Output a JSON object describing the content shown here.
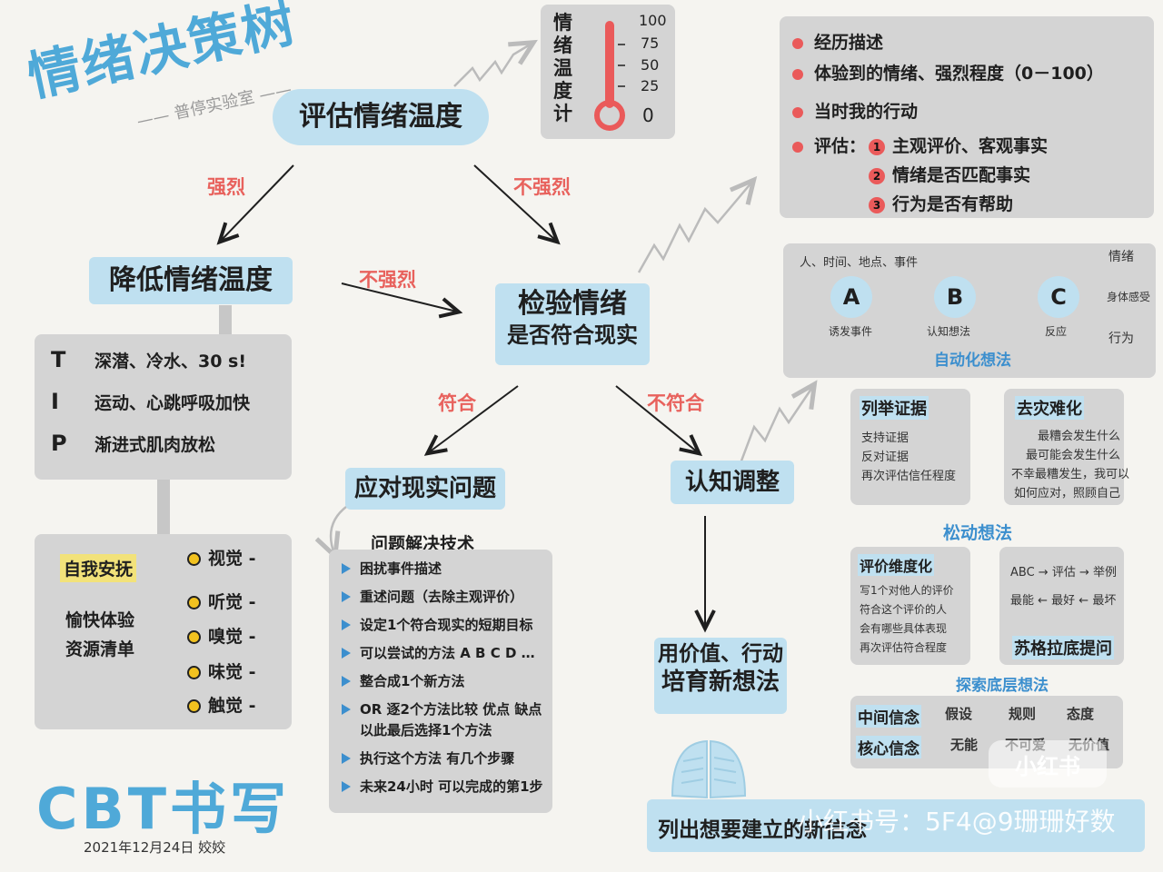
{
  "title": {
    "main": "情绪决策树",
    "subtitle": "—— 普停实验室 ——"
  },
  "nodes": {
    "assess": "评估情绪温度",
    "reduce": "降低情绪温度",
    "check_line1": "检验情绪",
    "check_line2": "是否符合现实",
    "cope": "应对现实问题",
    "cognitive": "认知调整",
    "values_line1": "用价值、行动",
    "values_line2": "培育新想法"
  },
  "edge_labels": {
    "strong": "强烈",
    "not_strong_right": "不强烈",
    "not_strong_mid": "不强烈",
    "fits": "符合",
    "not_fits": "不符合"
  },
  "thermometer": {
    "label_chars": [
      "情",
      "绪",
      "温",
      "度",
      "计"
    ],
    "ticks": [
      "100",
      "75",
      "50",
      "25",
      "0"
    ]
  },
  "recap": {
    "items": [
      "经历描述",
      "体验到的情绪、强烈程度（0－100）",
      "当时我的行动"
    ],
    "eval_label": "评估：",
    "eval_items": [
      {
        "n": "1",
        "text": "主观评价、客观事实"
      },
      {
        "n": "2",
        "text": "情绪是否匹配事实"
      },
      {
        "n": "3",
        "text": "行为是否有帮助"
      }
    ]
  },
  "tip": {
    "rows": [
      {
        "letter": "T",
        "text": "深潜、冷水、30 s!"
      },
      {
        "letter": "I",
        "text": "运动、心跳呼吸加快"
      },
      {
        "letter": "P",
        "text": "渐进式肌肉放松"
      }
    ]
  },
  "soothe": {
    "title": "自我安抚",
    "subtitle_line1": "愉快体验",
    "subtitle_line2": "资源清单",
    "senses": [
      "视觉 -",
      "听觉 -",
      "嗅觉 -",
      "味觉 -",
      "触觉 -"
    ]
  },
  "footer": {
    "cbt": "CBT书写",
    "date": "2021年12月24日   姣姣"
  },
  "problem_solving": {
    "title": "问题解决技术",
    "items": [
      "困扰事件描述",
      "重述问题（去除主观评价）",
      "设定1个符合现实的短期目标",
      "可以尝试的方法 A B C D …",
      "整合成1个新方法",
      "OR 逐2个方法比较 优点 缺点",
      "以此最后选择1个方法",
      "执行这个方法 有几个步骤",
      "未来24小时 可以完成的第1步"
    ]
  },
  "abc": {
    "header": "人、时间、地点、事件",
    "a": "A",
    "b": "B",
    "c": "C",
    "a_label": "诱发事件",
    "b_label": "认知想法",
    "c_label": "反应",
    "outputs": [
      "情绪",
      "身体感受",
      "行为"
    ],
    "auto": "自动化想法"
  },
  "puzzles": {
    "evidence": {
      "title": "列举证据",
      "lines": [
        "支持证据",
        "反对证据",
        "再次评估信任程度"
      ]
    },
    "decatastrophize": {
      "title": "去灾难化",
      "lines": [
        "最糟会发生什么",
        "最可能会发生什么",
        "不幸最糟发生，我可以",
        "如何应对，照顾自己"
      ]
    },
    "loosen": "松动想法",
    "dimension": {
      "title": "评价维度化",
      "lines": [
        "写1个对他人的评价",
        "符合这个评价的人",
        "会有哪些具体表现",
        "再次评估符合程度"
      ]
    },
    "socratic": {
      "title": "苏格拉底提问",
      "lines": [
        "ABC → 评估 → 举例",
        "最能 ← 最好 ← 最坏"
      ]
    },
    "deep": "探索底层想法",
    "beliefs": {
      "mid": "中间信念",
      "core": "核心信念",
      "mid_items": [
        "假设",
        "规则",
        "态度"
      ],
      "core_items": [
        "无能",
        "不可爱",
        "无价值"
      ]
    }
  },
  "banner": {
    "text": "列出想要建立的新信念",
    "watermark": "小红书号：5F4@9珊珊好数",
    "watermark_badge": "小红书"
  },
  "colors": {
    "blue": "#bfe0f0",
    "title_blue": "#4fa9d8",
    "red_label": "#e8625d",
    "gray_panel": "#d4d4d4",
    "dot_yellow": "#f2c21f",
    "thermo_red": "#ea5a5a"
  }
}
